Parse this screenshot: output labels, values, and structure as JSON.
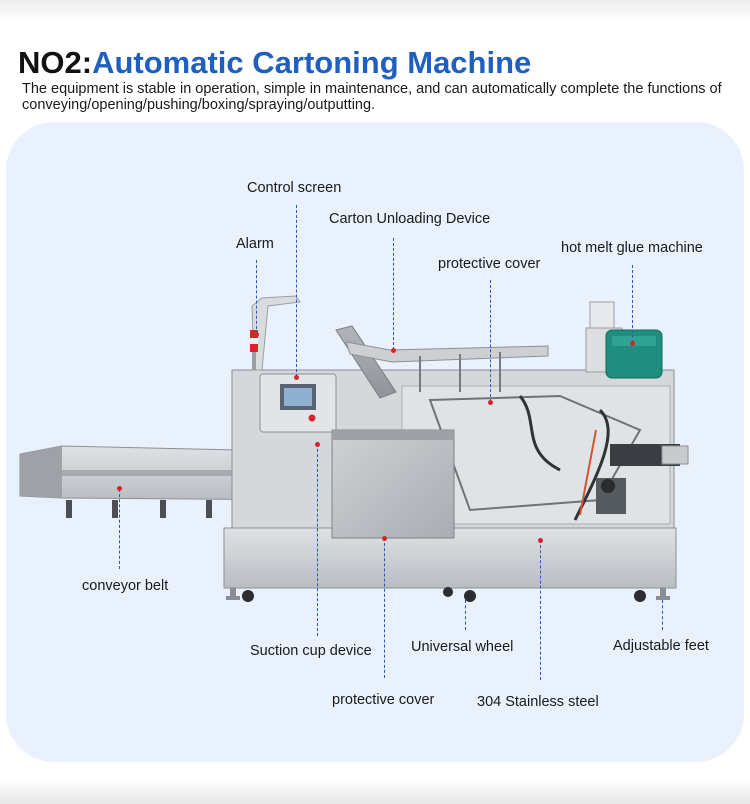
{
  "heading": {
    "prefix": "NO2:",
    "title": "Automatic Cartoning Machine",
    "description": "The equipment is stable in operation, simple in maintenance, and can automatically complete the functions  of conveying/opening/pushing/boxing/spraying/outputting."
  },
  "callouts": {
    "control_screen": "Control screen",
    "carton_unloading_device": "Carton Unloading Device",
    "alarm": "Alarm",
    "hot_melt_glue_machine": "hot melt glue machine",
    "protective_cover_top": "protective cover",
    "conveyor_belt": "conveyor belt",
    "suction_cup_device": "Suction cup device",
    "universal_wheel": "Universal wheel",
    "adjustable_feet": "Adjustable feet",
    "protective_cover_bottom": "protective cover",
    "stainless_steel": "304 Stainless steel"
  },
  "colors": {
    "title_blue": "#1f5fbf",
    "panel_background": "#e9f1fd",
    "leader_line": "#2b57b5",
    "marker_dot": "#d8232a",
    "glue_machine_teal": "#1f8e7e",
    "stainless": "#c9ccd0"
  }
}
